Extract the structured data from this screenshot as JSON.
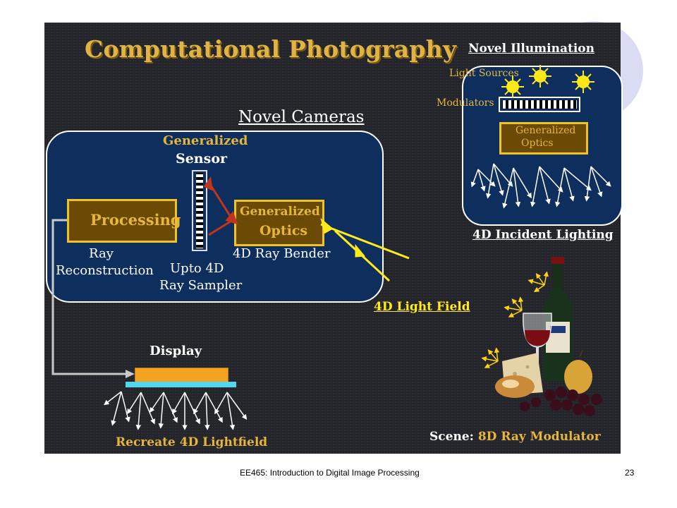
{
  "slide": {
    "title": "Computational Photography",
    "novel_cameras": "Novel Cameras",
    "generalized_label": "Generalized",
    "sensor_label": "Sensor",
    "processing": "Processing",
    "ray_reconstruction_1": "Ray",
    "ray_reconstruction_2": "Reconstruction",
    "upto_1": "Upto 4D",
    "upto_2": "Ray Sampler",
    "optics_1": "Generalized",
    "optics_2": "Optics",
    "ray_bender": "4D Ray Bender",
    "light_field": "4D Light Field",
    "display": "Display",
    "recreate": "Recreate 4D Lightfield",
    "novel_illumination": "Novel Illumination",
    "light_sources": "Light Sources",
    "modulators": "Modulators",
    "ill_optics_1": "Generalized",
    "ill_optics_2": "Optics",
    "incident": "4D Incident Lighting",
    "scene_prefix": "Scene:",
    "scene_rest": "8D Ray Modulator"
  },
  "footer": {
    "course": "EE465: Introduction to Digital Image Processing",
    "page": "23"
  }
}
